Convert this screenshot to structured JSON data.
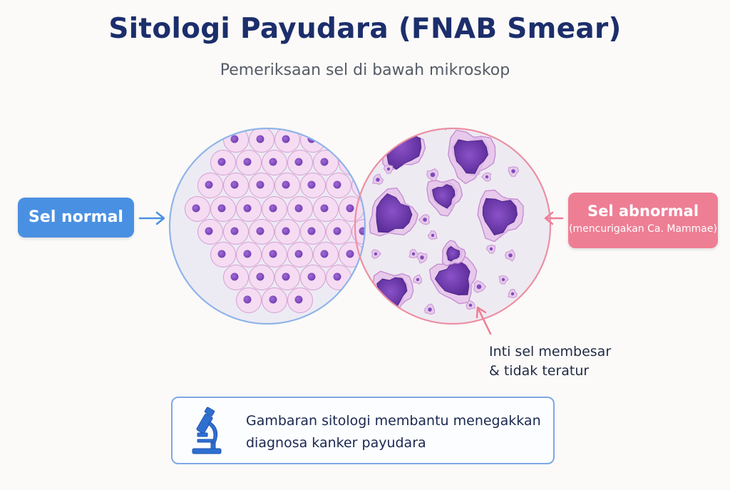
{
  "title": "Sitologi Payudara (FNAB Smear)",
  "subtitle": "Pemeriksaan sel di bawah mikroskop",
  "labels": {
    "normal": "Sel normal",
    "abnormal": "Sel abnormal",
    "abnormal_sub": "(mencurigakan Ca. Mammae)"
  },
  "annotation": {
    "line1": "Inti sel membesar",
    "line2": "& tidak teratur"
  },
  "info": {
    "line1": "Gambaran sitologi membantu menegakkan",
    "line2": "diagnosa kanker payudara",
    "icon": "microscope-icon"
  },
  "colors": {
    "normal_accent": "#4a90e2",
    "abnormal_accent": "#ee7e94",
    "title": "#1c2e6b",
    "nucleus": "#7a46b8",
    "cytoplasm": "#f3d9f1"
  }
}
